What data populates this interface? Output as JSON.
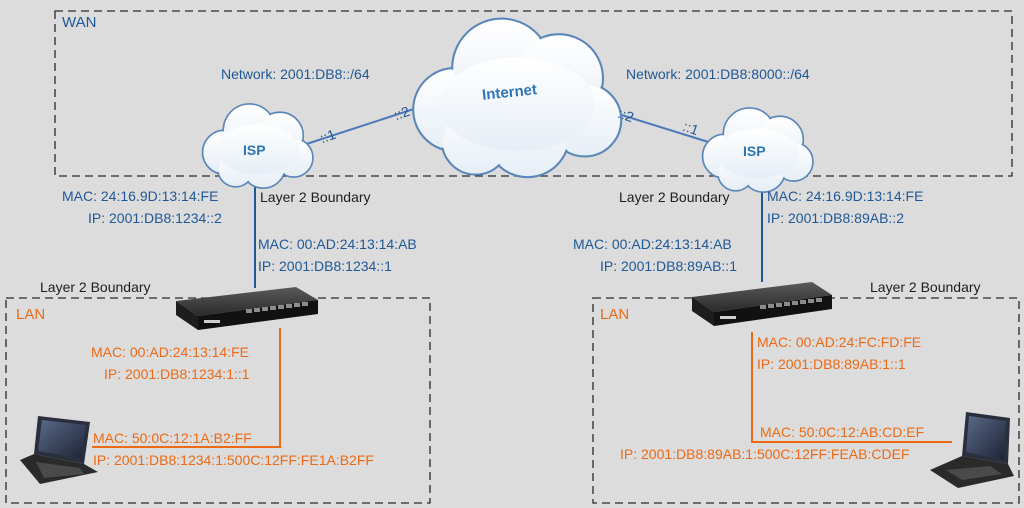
{
  "zones": {
    "wan": {
      "label": "WAN"
    },
    "lan_left": {
      "label": "LAN"
    },
    "lan_right": {
      "label": "LAN"
    }
  },
  "clouds": {
    "internet": {
      "label": "Internet"
    },
    "isp_left": {
      "label": "ISP"
    },
    "isp_right": {
      "label": "ISP"
    }
  },
  "wan_links": {
    "left": {
      "network": "Network: 2001:DB8::/64",
      "isp_end": "::1",
      "internet_end": "::2"
    },
    "right": {
      "network": "Network: 2001:DB8:8000::/64",
      "isp_end": "::1",
      "internet_end": "::2"
    }
  },
  "left_site": {
    "isp_interface": {
      "mac": "MAC: 24:16.9D:13:14:FE",
      "ip": "IP: 2001:DB8:1234::2"
    },
    "boundary_top": "Layer 2 Boundary",
    "router_wan": {
      "mac": "MAC: 00:AD:24:13:14:AB",
      "ip": "IP: 2001:DB8:1234::1"
    },
    "boundary_bottom": "Layer 2 Boundary",
    "router_lan": {
      "mac": "MAC: 00:AD:24:13:14:FE",
      "ip": "IP: 2001:DB8:1234:1::1"
    },
    "host": {
      "mac": "MAC: 50:0C:12:1A:B2:FF",
      "ip": "IP: 2001:DB8:1234:1:500C:12FF:FE1A:B2FF"
    }
  },
  "right_site": {
    "isp_interface": {
      "mac": "MAC: 24:16.9D:13:14:FE",
      "ip": "IP: 2001:DB8:89AB::2"
    },
    "boundary_top": "Layer 2 Boundary",
    "router_wan": {
      "mac": "MAC: 00:AD:24:13:14:AB",
      "ip": "IP: 2001:DB8:89AB::1"
    },
    "boundary_bottom": "Layer 2 Boundary",
    "router_lan": {
      "mac": "MAC: 00:AD:24:FC:FD:FE",
      "ip": "IP: 2001:DB8:89AB:1::1"
    },
    "host": {
      "mac": "MAC: 50:0C:12:AB:CD:EF",
      "ip": "IP: 2001:DB8:89AB:1:500C:12FF:FEAB:CDEF"
    }
  },
  "colors": {
    "background": "#dcdcdc",
    "wan_text": "#1f5896",
    "lan_text": "#ec6a15",
    "boundary_text": "#1e1e1e",
    "cloud_label": "#2e75b6",
    "dashed_border": "#2b2b2b"
  }
}
